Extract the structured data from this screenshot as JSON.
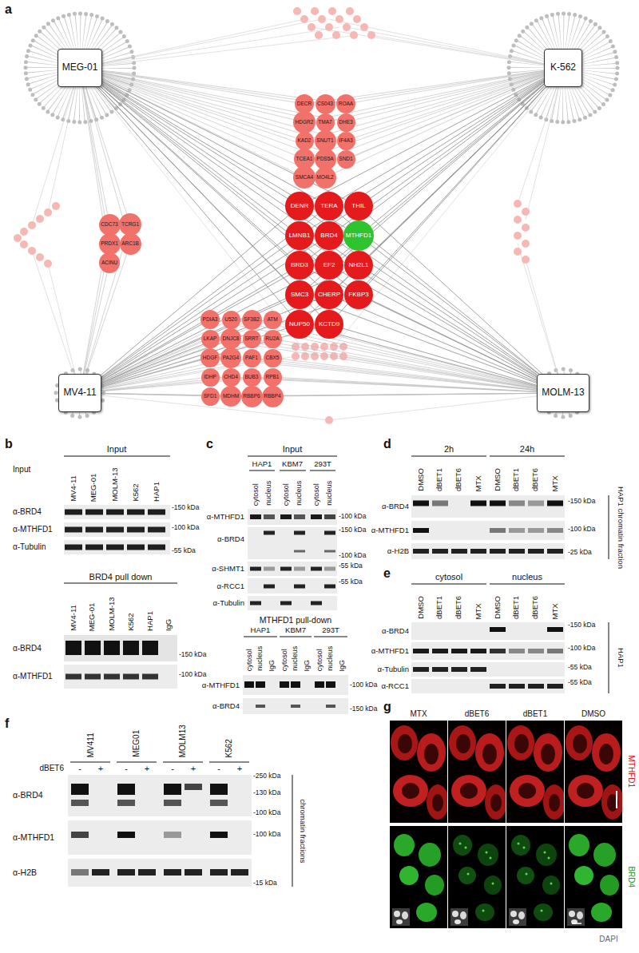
{
  "diagram": {
    "nodes": [
      {
        "text": [
          "MEG-01"
        ]
      },
      {
        "text": [
          "K-562"
        ]
      },
      {
        "text": [
          "MV4-11"
        ]
      },
      {
        "text": [
          "MOLM-13"
        ]
      },
      {
        "text": [
          "DECR"
        ]
      },
      {
        "text": [
          "CS043"
        ]
      },
      {
        "text": [
          "ROAA"
        ]
      },
      {
        "text": [
          "HDGR2"
        ]
      },
      {
        "text": [
          "TMA7"
        ]
      },
      {
        "text": [
          "DHE3"
        ]
      },
      {
        "text": [
          "KAD2"
        ]
      },
      {
        "text": [
          "SNUT1"
        ]
      },
      {
        "text": [
          "IF4A3"
        ]
      },
      {
        "text": [
          "TCEA1"
        ]
      },
      {
        "text": [
          "PDS5A"
        ]
      },
      {
        "text": [
          "SND1"
        ]
      },
      {
        "text": [
          "SMCA4"
        ]
      },
      {
        "text": [
          "MO4L2"
        ]
      },
      {
        "text": [
          "CDC73"
        ]
      },
      {
        "text": [
          "TCRG1"
        ]
      },
      {
        "text": [
          "PRDX1"
        ]
      },
      {
        "text": [
          "ARC1B"
        ]
      },
      {
        "text": [
          "ACINU"
        ]
      },
      {
        "text": [
          "DENR"
        ]
      },
      {
        "text": [
          "TERA"
        ]
      },
      {
        "text": [
          "THIL"
        ]
      },
      {
        "text": [
          "LMNB1"
        ]
      },
      {
        "text": [
          "BRD4"
        ]
      },
      {
        "text": [
          "MTHFD1"
        ]
      },
      {
        "text": [
          "BRD3"
        ]
      },
      {
        "text": [
          "EF2"
        ]
      },
      {
        "text": [
          "NH2L1"
        ]
      },
      {
        "text": [
          "SMC3"
        ]
      },
      {
        "text": [
          "CHERP"
        ]
      },
      {
        "text": [
          "FKBP3"
        ]
      },
      {
        "text": [
          "NUP50"
        ]
      },
      {
        "text": [
          "KCTD9"
        ]
      },
      {
        "text": [
          "PDIA3"
        ]
      },
      {
        "text": [
          "U520"
        ]
      },
      {
        "text": [
          "SF3B2"
        ]
      },
      {
        "text": [
          "ATM"
        ]
      },
      {
        "text": [
          "LKAP"
        ]
      },
      {
        "text": [
          "DNJC8"
        ]
      },
      {
        "text": [
          "SRRT"
        ]
      },
      {
        "text": [
          "RU2A"
        ]
      },
      {
        "text": [
          "HDGF"
        ]
      },
      {
        "text": [
          "PA2G4"
        ]
      },
      {
        "text": [
          "PAF1"
        ]
      },
      {
        "text": [
          "CBX5"
        ]
      },
      {
        "text": [
          "IDHP"
        ]
      },
      {
        "text": [
          "CHD4"
        ]
      },
      {
        "text": [
          "BUB3"
        ]
      },
      {
        "text": [
          "RPB1"
        ]
      },
      {
        "text": [
          "SFD1"
        ]
      },
      {
        "text": [
          "MDHM"
        ]
      },
      {
        "text": [
          "RBBP6"
        ]
      },
      {
        "text": [
          "RBBP4"
        ]
      }
    ],
    "edges": [
      {
        "from": 0,
        "to": 4,
        "arrow": "none"
      },
      {
        "from": 1,
        "to": 4,
        "arrow": "none"
      },
      {
        "from": 0,
        "to": 5,
        "arrow": "none"
      },
      {
        "from": 1,
        "to": 5,
        "arrow": "none"
      },
      {
        "from": 0,
        "to": 6,
        "arrow": "none"
      },
      {
        "from": 1,
        "to": 6,
        "arrow": "none"
      },
      {
        "from": 0,
        "to": 7,
        "arrow": "none"
      },
      {
        "from": 1,
        "to": 7,
        "arrow": "none"
      },
      {
        "from": 0,
        "to": 8,
        "arrow": "none"
      },
      {
        "from": 1,
        "to": 8,
        "arrow": "none"
      },
      {
        "from": 0,
        "to": 9,
        "arrow": "none"
      },
      {
        "from": 1,
        "to": 9,
        "arrow": "none"
      },
      {
        "from": 0,
        "to": 10,
        "arrow": "none"
      },
      {
        "from": 1,
        "to": 10,
        "arrow": "none"
      },
      {
        "from": 0,
        "to": 11,
        "arrow": "none"
      },
      {
        "from": 1,
        "to": 11,
        "arrow": "none"
      },
      {
        "from": 0,
        "to": 12,
        "arrow": "none"
      },
      {
        "from": 1,
        "to": 12,
        "arrow": "none"
      },
      {
        "from": 0,
        "to": 13,
        "arrow": "none"
      },
      {
        "from": 1,
        "to": 13,
        "arrow": "none"
      },
      {
        "from": 0,
        "to": 14,
        "arrow": "none"
      },
      {
        "from": 1,
        "to": 14,
        "arrow": "none"
      },
      {
        "from": 0,
        "to": 15,
        "arrow": "none"
      },
      {
        "from": 1,
        "to": 15,
        "arrow": "none"
      },
      {
        "from": 0,
        "to": 16,
        "arrow": "none"
      },
      {
        "from": 1,
        "to": 16,
        "arrow": "none"
      },
      {
        "from": 0,
        "to": 17,
        "arrow": "none"
      },
      {
        "from": 1,
        "to": 17,
        "arrow": "none"
      },
      {
        "from": 0,
        "to": 18,
        "arrow": "none"
      },
      {
        "from": 2,
        "to": 18,
        "arrow": "none"
      },
      {
        "from": 0,
        "to": 19,
        "arrow": "none"
      },
      {
        "from": 2,
        "to": 19,
        "arrow": "none"
      },
      {
        "from": 0,
        "to": 20,
        "arrow": "none"
      },
      {
        "from": 2,
        "to": 20,
        "arrow": "none"
      },
      {
        "from": 0,
        "to": 21,
        "arrow": "none"
      },
      {
        "from": 2,
        "to": 21,
        "arrow": "none"
      },
      {
        "from": 0,
        "to": 22,
        "arrow": "none"
      },
      {
        "from": 2,
        "to": 22,
        "arrow": "none"
      },
      {
        "from": 0,
        "to": 23,
        "arrow": "none"
      },
      {
        "from": 1,
        "to": 23,
        "arrow": "none"
      },
      {
        "from": 2,
        "to": 23,
        "arrow": "none"
      },
      {
        "from": 3,
        "to": 23,
        "arrow": "none"
      },
      {
        "from": 0,
        "to": 24,
        "arrow": "none"
      },
      {
        "from": 1,
        "to": 24,
        "arrow": "none"
      },
      {
        "from": 2,
        "to": 24,
        "arrow": "none"
      },
      {
        "from": 3,
        "to": 24,
        "arrow": "none"
      },
      {
        "from": 0,
        "to": 25,
        "arrow": "none"
      },
      {
        "from": 1,
        "to": 25,
        "arrow": "none"
      },
      {
        "from": 2,
        "to": 25,
        "arrow": "none"
      },
      {
        "from": 3,
        "to": 25,
        "arrow": "none"
      },
      {
        "from": 0,
        "to": 26,
        "arrow": "none"
      },
      {
        "from": 1,
        "to": 26,
        "arrow": "none"
      },
      {
        "from": 2,
        "to": 26,
        "arrow": "none"
      },
      {
        "from": 3,
        "to": 26,
        "arrow": "none"
      },
      {
        "from": 0,
        "to": 27,
        "arrow": "none"
      },
      {
        "from": 1,
        "to": 27,
        "arrow": "none"
      },
      {
        "from": 2,
        "to": 27,
        "arrow": "none"
      },
      {
        "from": 3,
        "to": 27,
        "arrow": "none"
      },
      {
        "from": 0,
        "to": 28,
        "arrow": "none"
      },
      {
        "from": 1,
        "to": 28,
        "arrow": "none"
      },
      {
        "from": 2,
        "to": 28,
        "arrow": "none"
      },
      {
        "from": 3,
        "to": 28,
        "arrow": "none"
      },
      {
        "from": 0,
        "to": 29,
        "arrow": "none"
      },
      {
        "from": 1,
        "to": 29,
        "arrow": "none"
      },
      {
        "from": 2,
        "to": 29,
        "arrow": "none"
      },
      {
        "from": 3,
        "to": 29,
        "arrow": "none"
      },
      {
        "from": 0,
        "to": 30,
        "arrow": "none"
      },
      {
        "from": 1,
        "to": 30,
        "arrow": "none"
      },
      {
        "from": 2,
        "to": 30,
        "arrow": "none"
      },
      {
        "from": 3,
        "to": 30,
        "arrow": "none"
      },
      {
        "from": 0,
        "to": 31,
        "arrow": "none"
      },
      {
        "from": 1,
        "to": 31,
        "arrow": "none"
      },
      {
        "from": 2,
        "to": 31,
        "arrow": "none"
      },
      {
        "from": 3,
        "to": 31,
        "arrow": "none"
      },
      {
        "from": 0,
        "to": 32,
        "arrow": "none"
      },
      {
        "from": 1,
        "to": 32,
        "arrow": "none"
      },
      {
        "from": 2,
        "to": 32,
        "arrow": "none"
      },
      {
        "from": 3,
        "to": 32,
        "arrow": "none"
      },
      {
        "from": 0,
        "to": 33,
        "arrow": "none"
      },
      {
        "from": 1,
        "to": 33,
        "arrow": "none"
      },
      {
        "from": 2,
        "to": 33,
        "arrow": "none"
      },
      {
        "from": 3,
        "to": 33,
        "arrow": "none"
      },
      {
        "from": 0,
        "to": 34,
        "arrow": "none"
      },
      {
        "from": 1,
        "to": 34,
        "arrow": "none"
      },
      {
        "from": 2,
        "to": 34,
        "arrow": "none"
      },
      {
        "from": 3,
        "to": 34,
        "arrow": "none"
      },
      {
        "from": 0,
        "to": 35,
        "arrow": "none"
      },
      {
        "from": 1,
        "to": 35,
        "arrow": "none"
      },
      {
        "from": 2,
        "to": 35,
        "arrow": "none"
      },
      {
        "from": 3,
        "to": 35,
        "arrow": "none"
      },
      {
        "from": 0,
        "to": 36,
        "arrow": "none"
      },
      {
        "from": 1,
        "to": 36,
        "arrow": "none"
      },
      {
        "from": 2,
        "to": 36,
        "arrow": "none"
      },
      {
        "from": 3,
        "to": 36,
        "arrow": "none"
      },
      {
        "from": 2,
        "to": 37,
        "arrow": "none"
      },
      {
        "from": 3,
        "to": 37,
        "arrow": "none"
      },
      {
        "from": 2,
        "to": 38,
        "arrow": "none"
      },
      {
        "from": 3,
        "to": 38,
        "arrow": "none"
      },
      {
        "from": 2,
        "to": 39,
        "arrow": "none"
      },
      {
        "from": 3,
        "to": 39,
        "arrow": "none"
      },
      {
        "from": 2,
        "to": 40,
        "arrow": "none"
      },
      {
        "from": 3,
        "to": 40,
        "arrow": "none"
      },
      {
        "from": 2,
        "to": 41,
        "arrow": "none"
      },
      {
        "from": 3,
        "to": 41,
        "arrow": "none"
      },
      {
        "from": 2,
        "to": 42,
        "arrow": "none"
      },
      {
        "from": 3,
        "to": 42,
        "arrow": "none"
      },
      {
        "from": 2,
        "to": 43,
        "arrow": "none"
      },
      {
        "from": 3,
        "to": 43,
        "arrow": "none"
      },
      {
        "from": 2,
        "to": 44,
        "arrow": "none"
      },
      {
        "from": 3,
        "to": 44,
        "arrow": "none"
      },
      {
        "from": 2,
        "to": 45,
        "arrow": "none"
      },
      {
        "from": 3,
        "to": 45,
        "arrow": "none"
      },
      {
        "from": 2,
        "to": 46,
        "arrow": "none"
      },
      {
        "from": 3,
        "to": 46,
        "arrow": "none"
      },
      {
        "from": 2,
        "to": 47,
        "arrow": "none"
      },
      {
        "from": 3,
        "to": 47,
        "arrow": "none"
      },
      {
        "from": 2,
        "to": 48,
        "arrow": "none"
      },
      {
        "from": 3,
        "to": 48,
        "arrow": "none"
      },
      {
        "from": 2,
        "to": 49,
        "arrow": "none"
      },
      {
        "from": 3,
        "to": 49,
        "arrow": "none"
      },
      {
        "from": 2,
        "to": 50,
        "arrow": "none"
      },
      {
        "from": 3,
        "to": 50,
        "arrow": "none"
      },
      {
        "from": 2,
        "to": 51,
        "arrow": "none"
      },
      {
        "from": 3,
        "to": 51,
        "arrow": "none"
      },
      {
        "from": 2,
        "to": 52,
        "arrow": "none"
      },
      {
        "from": 3,
        "to": 52,
        "arrow": "none"
      },
      {
        "from": 2,
        "to": 53,
        "arrow": "none"
      },
      {
        "from": 3,
        "to": 53,
        "arrow": "none"
      },
      {
        "from": 2,
        "to": 54,
        "arrow": "none"
      },
      {
        "from": 3,
        "to": 54,
        "arrow": "none"
      },
      {
        "from": 2,
        "to": 55,
        "arrow": "none"
      },
      {
        "from": 3,
        "to": 55,
        "arrow": "none"
      },
      {
        "from": 2,
        "to": 56,
        "arrow": "none"
      },
      {
        "from": 3,
        "to": 56,
        "arrow": "none"
      }
    ],
    "labels": [
      "a",
      "b",
      "Input",
      "Input",
      "MV4-11",
      "MEG-01",
      "MOLM-13",
      "K562",
      "HAP1",
      "α-BRD4",
      "α-MTHFD1",
      "α-Tubulin",
      "-150 kDa",
      "-100 kDa",
      "-55 kDa",
      "BRD4 pull down",
      "MV4-11",
      "MEG-01",
      "MOLM-13",
      "K562",
      "HAP1",
      "IgG",
      "α-BRD4",
      "α-MTHFD1",
      "-150 kDa",
      "-100 kDa",
      "c",
      "Input",
      "HAP1",
      "KBM7",
      "293T",
      "cytosol",
      "nucleus",
      "cytosol",
      "nucleus",
      "cytosol",
      "nucleus",
      "α-MTHFD1",
      "α-BRD4",
      "α-SHMT1",
      "α-RCC1",
      "α-Tubulin",
      "-100 kDa",
      "-150 kDa",
      "-100 kDa",
      "-55 kDa",
      "-55 kDa",
      "MTHFD1 pull-down",
      "HAP1",
      "KBM7",
      "293T",
      "cytosol",
      "nucleus",
      "IgG",
      "cytosol",
      "nucleus",
      "IgG",
      "cytosol",
      "nucleus",
      "IgG",
      "α-MTHFD1",
      "α-BRD4",
      "-100 kDa",
      "-150 kDa",
      "d",
      "2h",
      "24h",
      "DMSO",
      "dBET1",
      "dBET6",
      "MTX",
      "DMSO",
      "dBET1",
      "dBET6",
      "MTX",
      "HAP1 chromatin fraction",
      "α-BRD4",
      "α-MTHFD1",
      "α-H2B",
      "-150 kDa",
      "-100 kDa",
      "-25 kDa",
      "e",
      "cytosol",
      "nucleus",
      "DMSO",
      "dBET1",
      "dBET6",
      "MTX",
      "DMSO",
      "dBET1",
      "dBET6",
      "MTX",
      "HAP1",
      "α-BRD4",
      "α-MTHFD1",
      "α-Tubulin",
      "α-RCC1",
      "-150 kDa",
      "-100 kDa",
      "-55 kDa",
      "-55 kDa",
      "f",
      "dBET6",
      "MV411",
      "MEG01",
      "MOLM13",
      "K562",
      "-",
      "+",
      "-",
      "+",
      "-",
      "+",
      "-",
      "+",
      "α-BRD4",
      "α-MTHFD1",
      "α-H2B",
      "-250 kDa",
      "-130 kDa",
      "-100 kDa",
      "-100 kDa",
      "-15 kDa",
      "chromatin fractions",
      "g",
      "MTX",
      "dBET6",
      "dBET1",
      "DMSO",
      "MTHFD1",
      "BRD4",
      "DAPI"
    ]
  }
}
